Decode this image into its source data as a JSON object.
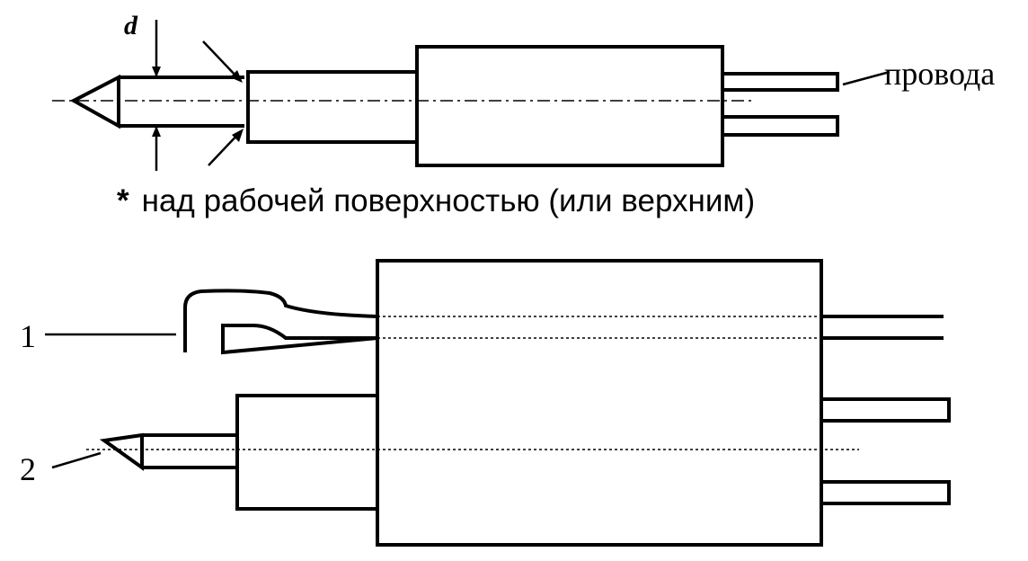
{
  "labels": {
    "dimension": "d",
    "wires": "провода",
    "caption_marker": "*",
    "caption_text": "над рабочей поверхностью (или верхним)",
    "part_1": "1",
    "part_2": "2"
  },
  "colors": {
    "stroke": "#000000",
    "background": "#ffffff"
  }
}
